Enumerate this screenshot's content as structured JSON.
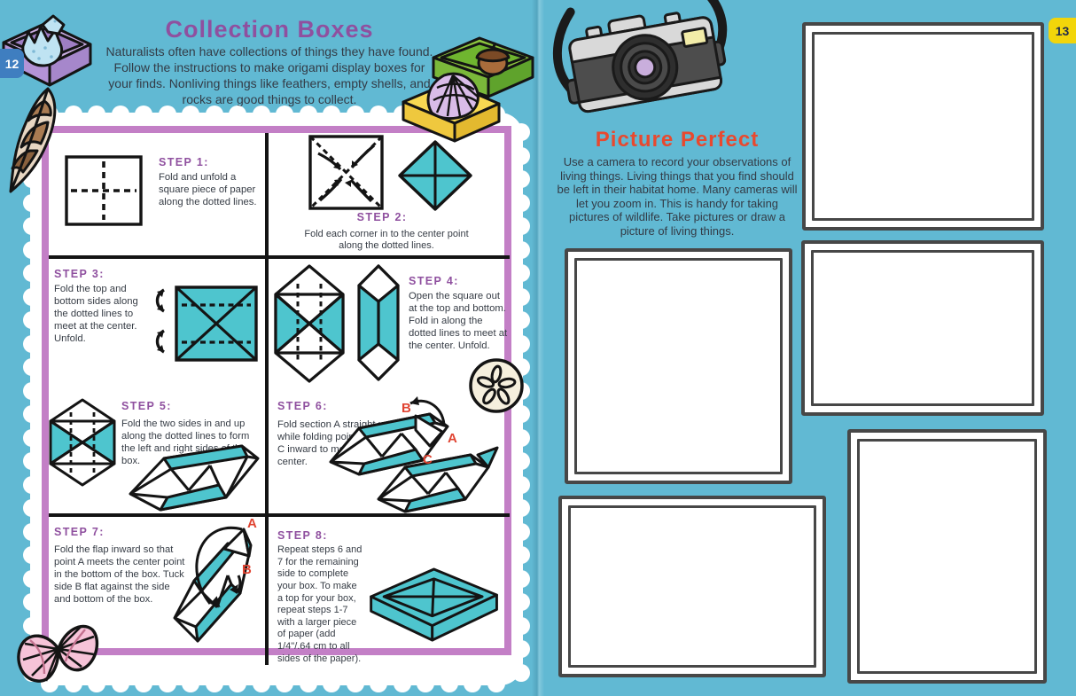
{
  "left_page": {
    "page_number": "12",
    "title": "Collection Boxes",
    "intro": "Naturalists often have collections of things they have found. Follow the instructions to make origami display boxes for your finds. Nonliving things like feathers, empty shells, and rocks are good things to collect.",
    "steps": [
      {
        "label": "STEP 1:",
        "text": "Fold and unfold a square piece of paper along the dotted lines."
      },
      {
        "label": "STEP 2:",
        "text": "Fold each corner in to the center point along the dotted lines."
      },
      {
        "label": "STEP 3:",
        "text": "Fold the top and bottom sides along the dotted lines to meet at the center. Unfold."
      },
      {
        "label": "STEP 4:",
        "text": "Open the square out at the top and bottom. Fold in along the dotted lines to meet at the center. Unfold."
      },
      {
        "label": "STEP 5:",
        "text": "Fold the two sides in and up along the dotted lines to form the left and right sides of the box."
      },
      {
        "label": "STEP 6:",
        "text": "Fold section A straight up while folding points B and C inward to meet in the center."
      },
      {
        "label": "STEP 7:",
        "text": "Fold the flap inward so that point A meets the center point in the bottom of the box. Tuck side B flat against the side and bottom of the box."
      },
      {
        "label": "STEP 8:",
        "text": "Repeat steps 6 and 7 for the remaining side to complete your box. To make a top for your box, repeat steps 1-7 with a larger piece of paper (add 1/4\"/.64 cm to all sides of the paper)."
      }
    ],
    "markers": {
      "a": "A",
      "b": "B",
      "c": "C"
    }
  },
  "right_page": {
    "page_number": "13",
    "title": "Picture Perfect",
    "intro": "Use a camera to record your observations of living things. Living things that you find should be left in their habitat home. Many cameras will let you zoom in. This is handy for taking pictures of wildlife. Take pictures or draw a picture of living things.",
    "photo_frames": 5
  },
  "colors": {
    "background": "#61B9D3",
    "panel_border_pink": "#C37FC6",
    "origami_teal": "#4EC5CE",
    "title_purple": "#8F509F",
    "title_red": "#E8492F",
    "marker_red": "#E04432",
    "left_badge_blue": "#3F7EC0",
    "right_badge_yellow": "#F2D50A"
  }
}
